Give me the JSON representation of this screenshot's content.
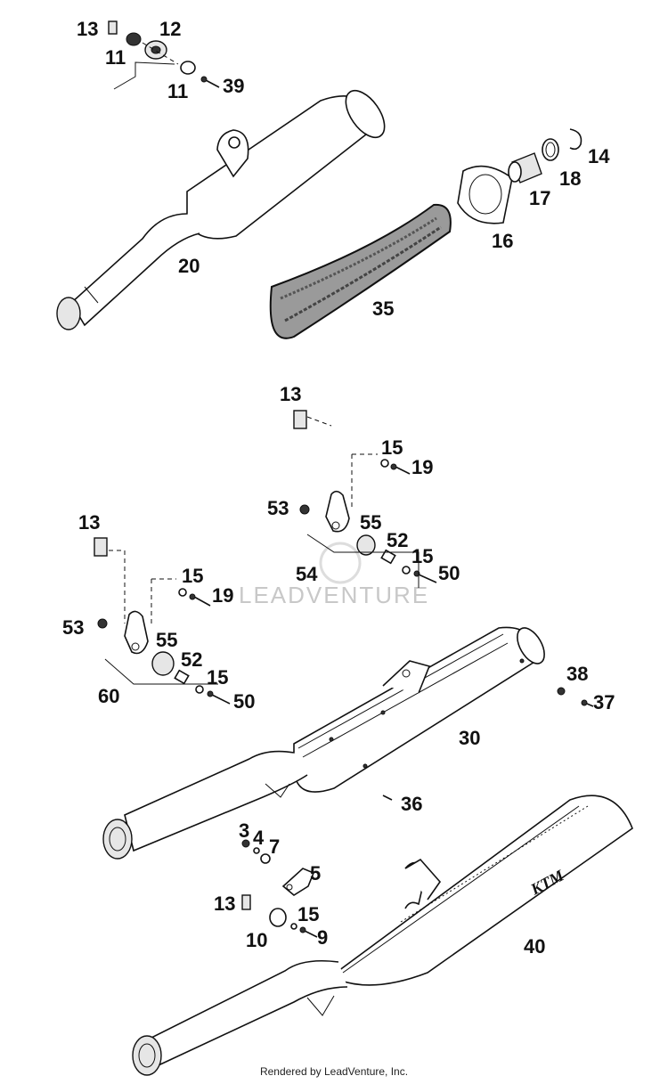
{
  "watermark": "LEADVENTURE",
  "footer": "Rendered by LeadVenture, Inc.",
  "callouts": {
    "c13a": "13",
    "c12": "12",
    "c11a": "11",
    "c11b": "11",
    "c39": "39",
    "c14": "14",
    "c18": "18",
    "c17": "17",
    "c16": "16",
    "c20": "20",
    "c35": "35",
    "c13b": "13",
    "c15a": "15",
    "c19a": "19",
    "c53a": "53",
    "c55a": "55",
    "c52a": "52",
    "c15b": "15",
    "c50a": "50",
    "c54": "54",
    "c13c": "13",
    "c15c": "15",
    "c19b": "19",
    "c53b": "53",
    "c55b": "55",
    "c52b": "52",
    "c15d": "15",
    "c50b": "50",
    "c60": "60",
    "c38": "38",
    "c37": "37",
    "c30": "30",
    "c36": "36",
    "c3": "3",
    "c4": "4",
    "c7": "7",
    "c5": "5",
    "c13d": "13",
    "c15e": "15",
    "c9": "9",
    "c10": "10",
    "c40": "40"
  },
  "muffler_40_badge": "KTM"
}
